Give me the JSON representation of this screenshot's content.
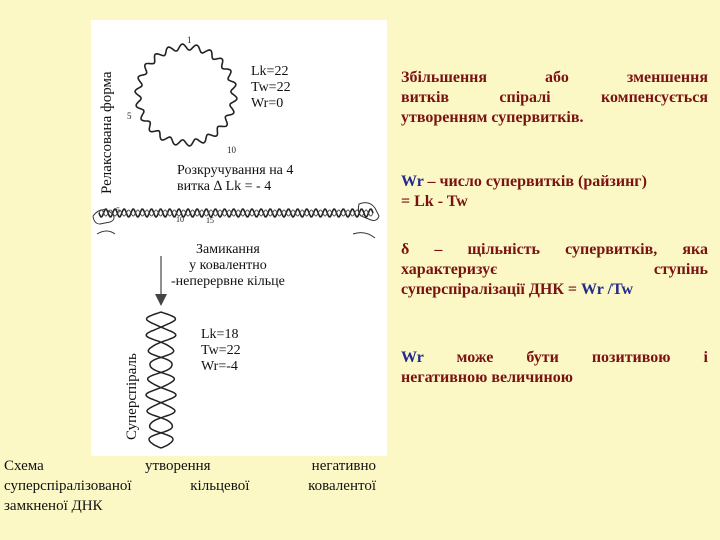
{
  "figure": {
    "label_relaxed": "Релаксована форма",
    "label_supercoil": "Суперспіраль",
    "relaxed_params": [
      "Lk=22",
      "Tw=22",
      "Wr=0"
    ],
    "unwinding_label": [
      "Розкручування на 4",
      "витка ∆ Lk = - 4"
    ],
    "closure_label": [
      "Замикання",
      "у ковалентно",
      "-неперервне кільце"
    ],
    "supercoil_params": [
      "Lk=18",
      "Tw=22",
      "Wr=-4"
    ],
    "strand_numbers": [
      "1",
      "5",
      "10",
      "15"
    ],
    "caption_lines": [
      "Схема утворення негативно",
      "суперспіралізованої кільцевої ковалентої",
      "замкненої ДНК"
    ]
  },
  "right_text": {
    "p1_lines": [
      "Збільшення або зменшення",
      "витків спіралі компенсується",
      "утворенням супервитків."
    ],
    "p2_line1_term": "Wr",
    "p2_line1_rest": " – число супервитків (райзинг)",
    "p2_line2": "= Lk - Tw",
    "p3_line1": "δ – щільність супервитків, яка",
    "p3_line2": "характеризує ступінь",
    "p3_line3_start": "суперспіралізації ДНК = ",
    "p3_line3_formula": "Wr /Tw",
    "p4_line1_term": "Wr",
    "p4_line1_rest": " може бути позитивою і",
    "p4_line2": "негативною величиною"
  },
  "colors": {
    "background": "#fbf8c6",
    "figure_bg": "#ffffff",
    "text_dark_red": "#7a1212",
    "text_blue": "#222a8a"
  }
}
